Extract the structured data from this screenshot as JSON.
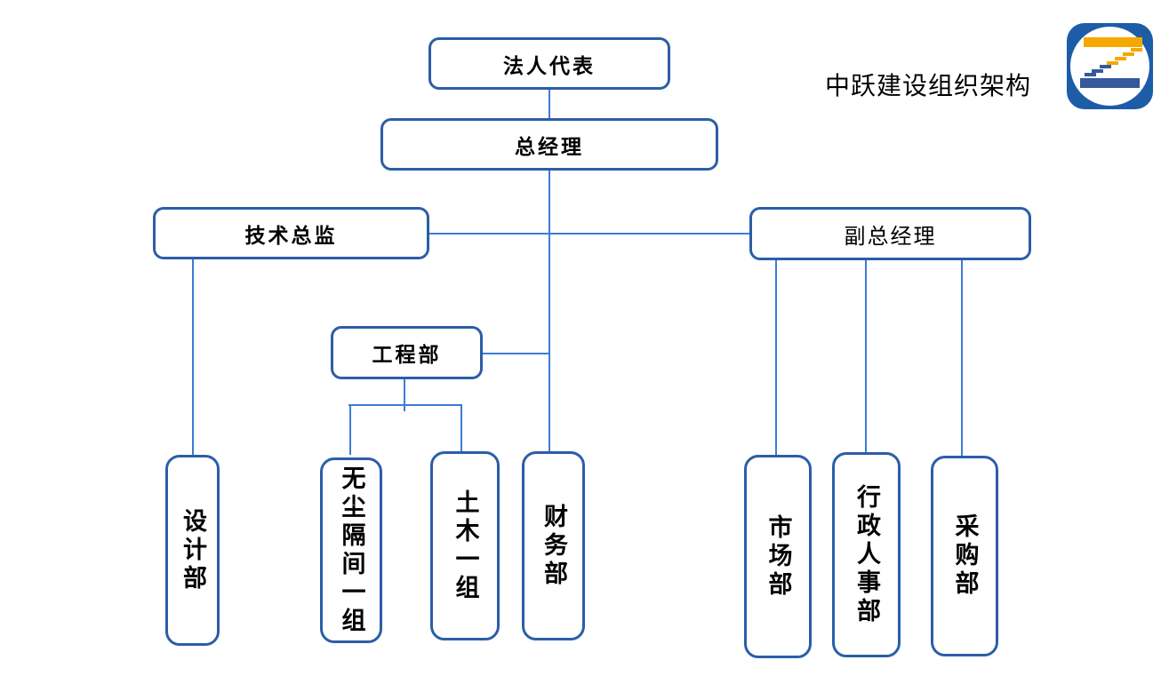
{
  "title": "中跃建设组织架构",
  "logo": {
    "name": "zhongyue-construction-logo",
    "shape": "blue rounded square with white circle containing a Z made of stair steps",
    "colors": {
      "square": "#1d5ca7",
      "gold": "#f5a800",
      "blue_bar": "#35599b"
    }
  },
  "colors": {
    "box_border": "#2b5ea7",
    "connector_line": "#3d7dd2",
    "background": "#ffffff",
    "text": "#000000"
  },
  "nodes": {
    "legal_rep": "法人代表",
    "general_manager": "总经理",
    "tech_director": "技术总监",
    "deputy_gm": "副总经理",
    "engineering": "工程部",
    "design": "设计部",
    "dustfree_group1": "无尘隔间一组",
    "civil_group1": "土木一组",
    "finance": "财务部",
    "marketing": "市场部",
    "admin_hr": "行政人事部",
    "purchasing": "采购部"
  },
  "hierarchy": [
    "法人代表 → 总经理",
    "总经理 → 技术总监",
    "总经理 → 副总经理",
    "总经理 → 工程部",
    "总经理 → 财务部",
    "技术总监 → 设计部",
    "工程部 → 无尘隔间一组",
    "工程部 → 土木一组",
    "副总经理 → 市场部",
    "副总经理 → 行政人事部",
    "副总经理 → 采购部"
  ]
}
